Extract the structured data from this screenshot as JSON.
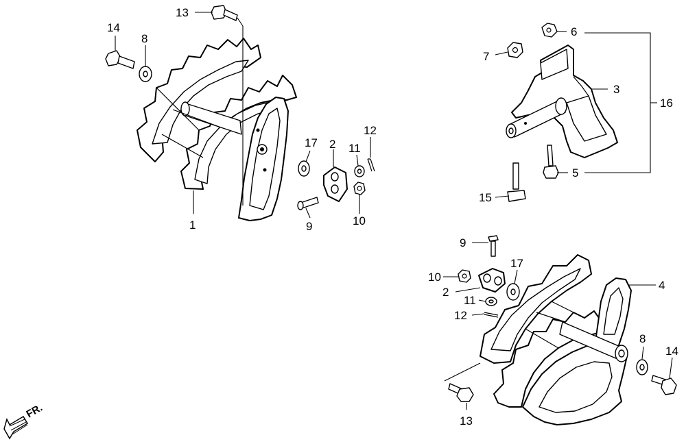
{
  "labels": {
    "l1": "1",
    "l2a": "2",
    "l2b": "2",
    "l3": "3",
    "l4": "4",
    "l5": "5",
    "l6": "6",
    "l7": "7",
    "l8a": "8",
    "l8b": "8",
    "l9a": "9",
    "l9b": "9",
    "l10a": "10",
    "l10b": "10",
    "l11a": "11",
    "l11b": "11",
    "l12a": "12",
    "l12b": "12",
    "l13a": "13",
    "l13b": "13",
    "l14a": "14",
    "l14b": "14",
    "l15": "15",
    "l16": "16",
    "l17a": "17",
    "l17b": "17"
  },
  "direction": {
    "text": "FR."
  }
}
